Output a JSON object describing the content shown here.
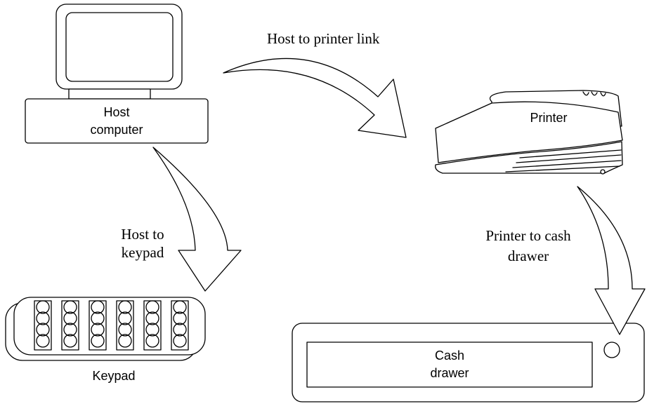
{
  "nodes": {
    "host": {
      "line1": "Host",
      "line2": "computer"
    },
    "printer": {
      "label": "Printer"
    },
    "keypad": {
      "label": "Keypad"
    },
    "cash_drawer": {
      "line1": "Cash",
      "line2": "drawer"
    }
  },
  "links": {
    "host_printer": {
      "label": "Host to printer link"
    },
    "host_keypad": {
      "line1": "Host to",
      "line2": "keypad"
    },
    "printer_drawer": {
      "line1": "Printer to cash",
      "line2": "drawer"
    }
  },
  "colors": {
    "stroke": "#000000",
    "background": "#ffffff"
  }
}
